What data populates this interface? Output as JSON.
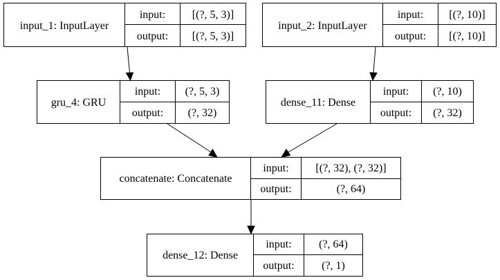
{
  "diagram": {
    "nodes": [
      {
        "id": "input_1",
        "label": "input_1: InputLayer",
        "input_label": "input:",
        "input": "[(?, 5, 3)]",
        "output_label": "output:",
        "output": "[(?, 5, 3)]"
      },
      {
        "id": "input_2",
        "label": "input_2: InputLayer",
        "input_label": "input:",
        "input": "[(?, 10)]",
        "output_label": "output:",
        "output": "[(?, 10)]"
      },
      {
        "id": "gru_4",
        "label": "gru_4: GRU",
        "input_label": "input:",
        "input": "(?, 5, 3)",
        "output_label": "output:",
        "output": "(?, 32)"
      },
      {
        "id": "dense_11",
        "label": "dense_11: Dense",
        "input_label": "input:",
        "input": "(?, 10)",
        "output_label": "output:",
        "output": "(?, 32)"
      },
      {
        "id": "concatenate",
        "label": "concatenate: Concatenate",
        "input_label": "input:",
        "input": "[(?, 32), (?, 32)]",
        "output_label": "output:",
        "output": "(?, 64)"
      },
      {
        "id": "dense_12",
        "label": "dense_12: Dense",
        "input_label": "input:",
        "input": "(?, 64)",
        "output_label": "output:",
        "output": "(?, 1)"
      }
    ],
    "edges": [
      {
        "from": "input_1",
        "to": "gru_4"
      },
      {
        "from": "input_2",
        "to": "dense_11"
      },
      {
        "from": "gru_4",
        "to": "concatenate"
      },
      {
        "from": "dense_11",
        "to": "concatenate"
      },
      {
        "from": "concatenate",
        "to": "dense_12"
      }
    ]
  }
}
